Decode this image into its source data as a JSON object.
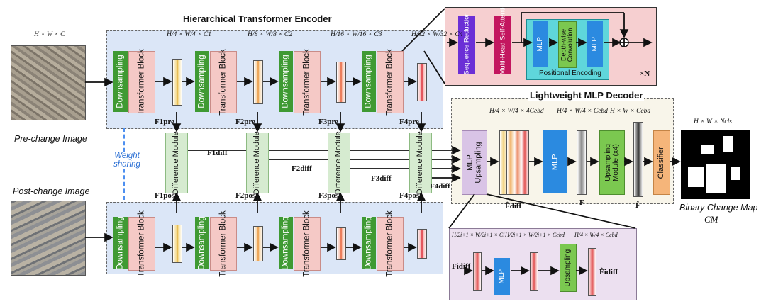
{
  "encoder": {
    "title": "Hierarchical Transformer Encoder",
    "input_dim": "H × W × C",
    "stage_dims": [
      "H/4 × W/4 × C1",
      "H/8 × W/8 × C2",
      "H/16 × W/16 × C3",
      "H/32 × W/32 × C4"
    ],
    "downsampling_label": "Downsampling",
    "transformer_label": "Transformer Block",
    "pre_features": [
      "F1pre",
      "F2pre",
      "F3pre",
      "F4pre"
    ],
    "post_features": [
      "F1post",
      "F2post",
      "F3post",
      "F4post"
    ],
    "weight_sharing": "Weight sharing"
  },
  "images": {
    "pre_caption": "Pre-change Image",
    "post_caption": "Post-change Image"
  },
  "difference": {
    "label": "Difference Module",
    "outputs": [
      "F1diff",
      "F2diff",
      "F3diff",
      "F4diff"
    ]
  },
  "transformer_detail": {
    "sequence_reduction": "Sequence Reduction",
    "mhsa": "Multi-Head Self-Attention",
    "mlp": "MLP",
    "depthwise": "Depth-wise Convolution",
    "positional_encoding": "Positional Encoding",
    "repeat": "×N"
  },
  "decoder": {
    "title": "Lightweight MLP Decoder",
    "dims": [
      "H/4 × W/4 × 4Cebd",
      "H/4 × W/4 × Cebd",
      "H × W × Cebd"
    ],
    "mlp_upsampling": "MLP Upsampling",
    "mlp": "MLP",
    "upsampling_module": "Upsampling Module (x4)",
    "classifier": "Classifier",
    "f_hat_diff": "F̂diff",
    "f_label": "F",
    "f_hat": "F̂",
    "out_dim": "H × W × Ncls",
    "output_caption": "Binary Change Map",
    "output_symbol": "CM"
  },
  "upsampling_detail": {
    "dims": [
      "H/2i+1 × W/2i+1 × Ci",
      "H/2i+1 × W/2i+1 × Cebd",
      "H/4 × W/4 × Cebd"
    ],
    "input": "Fidiff",
    "mlp": "MLP",
    "upsampling": "Upsampling",
    "output": "F̂idiff"
  },
  "colors": {
    "encoder_bg": "#dbe6f7",
    "decoder_bg": "#f8f5ea",
    "detail_bg": "#f6cfd0",
    "upsample_bg": "#ece0f0",
    "downsampling": "#3f9a33",
    "transformer": "#f5c9c6",
    "difference": "#d6ebd0"
  }
}
